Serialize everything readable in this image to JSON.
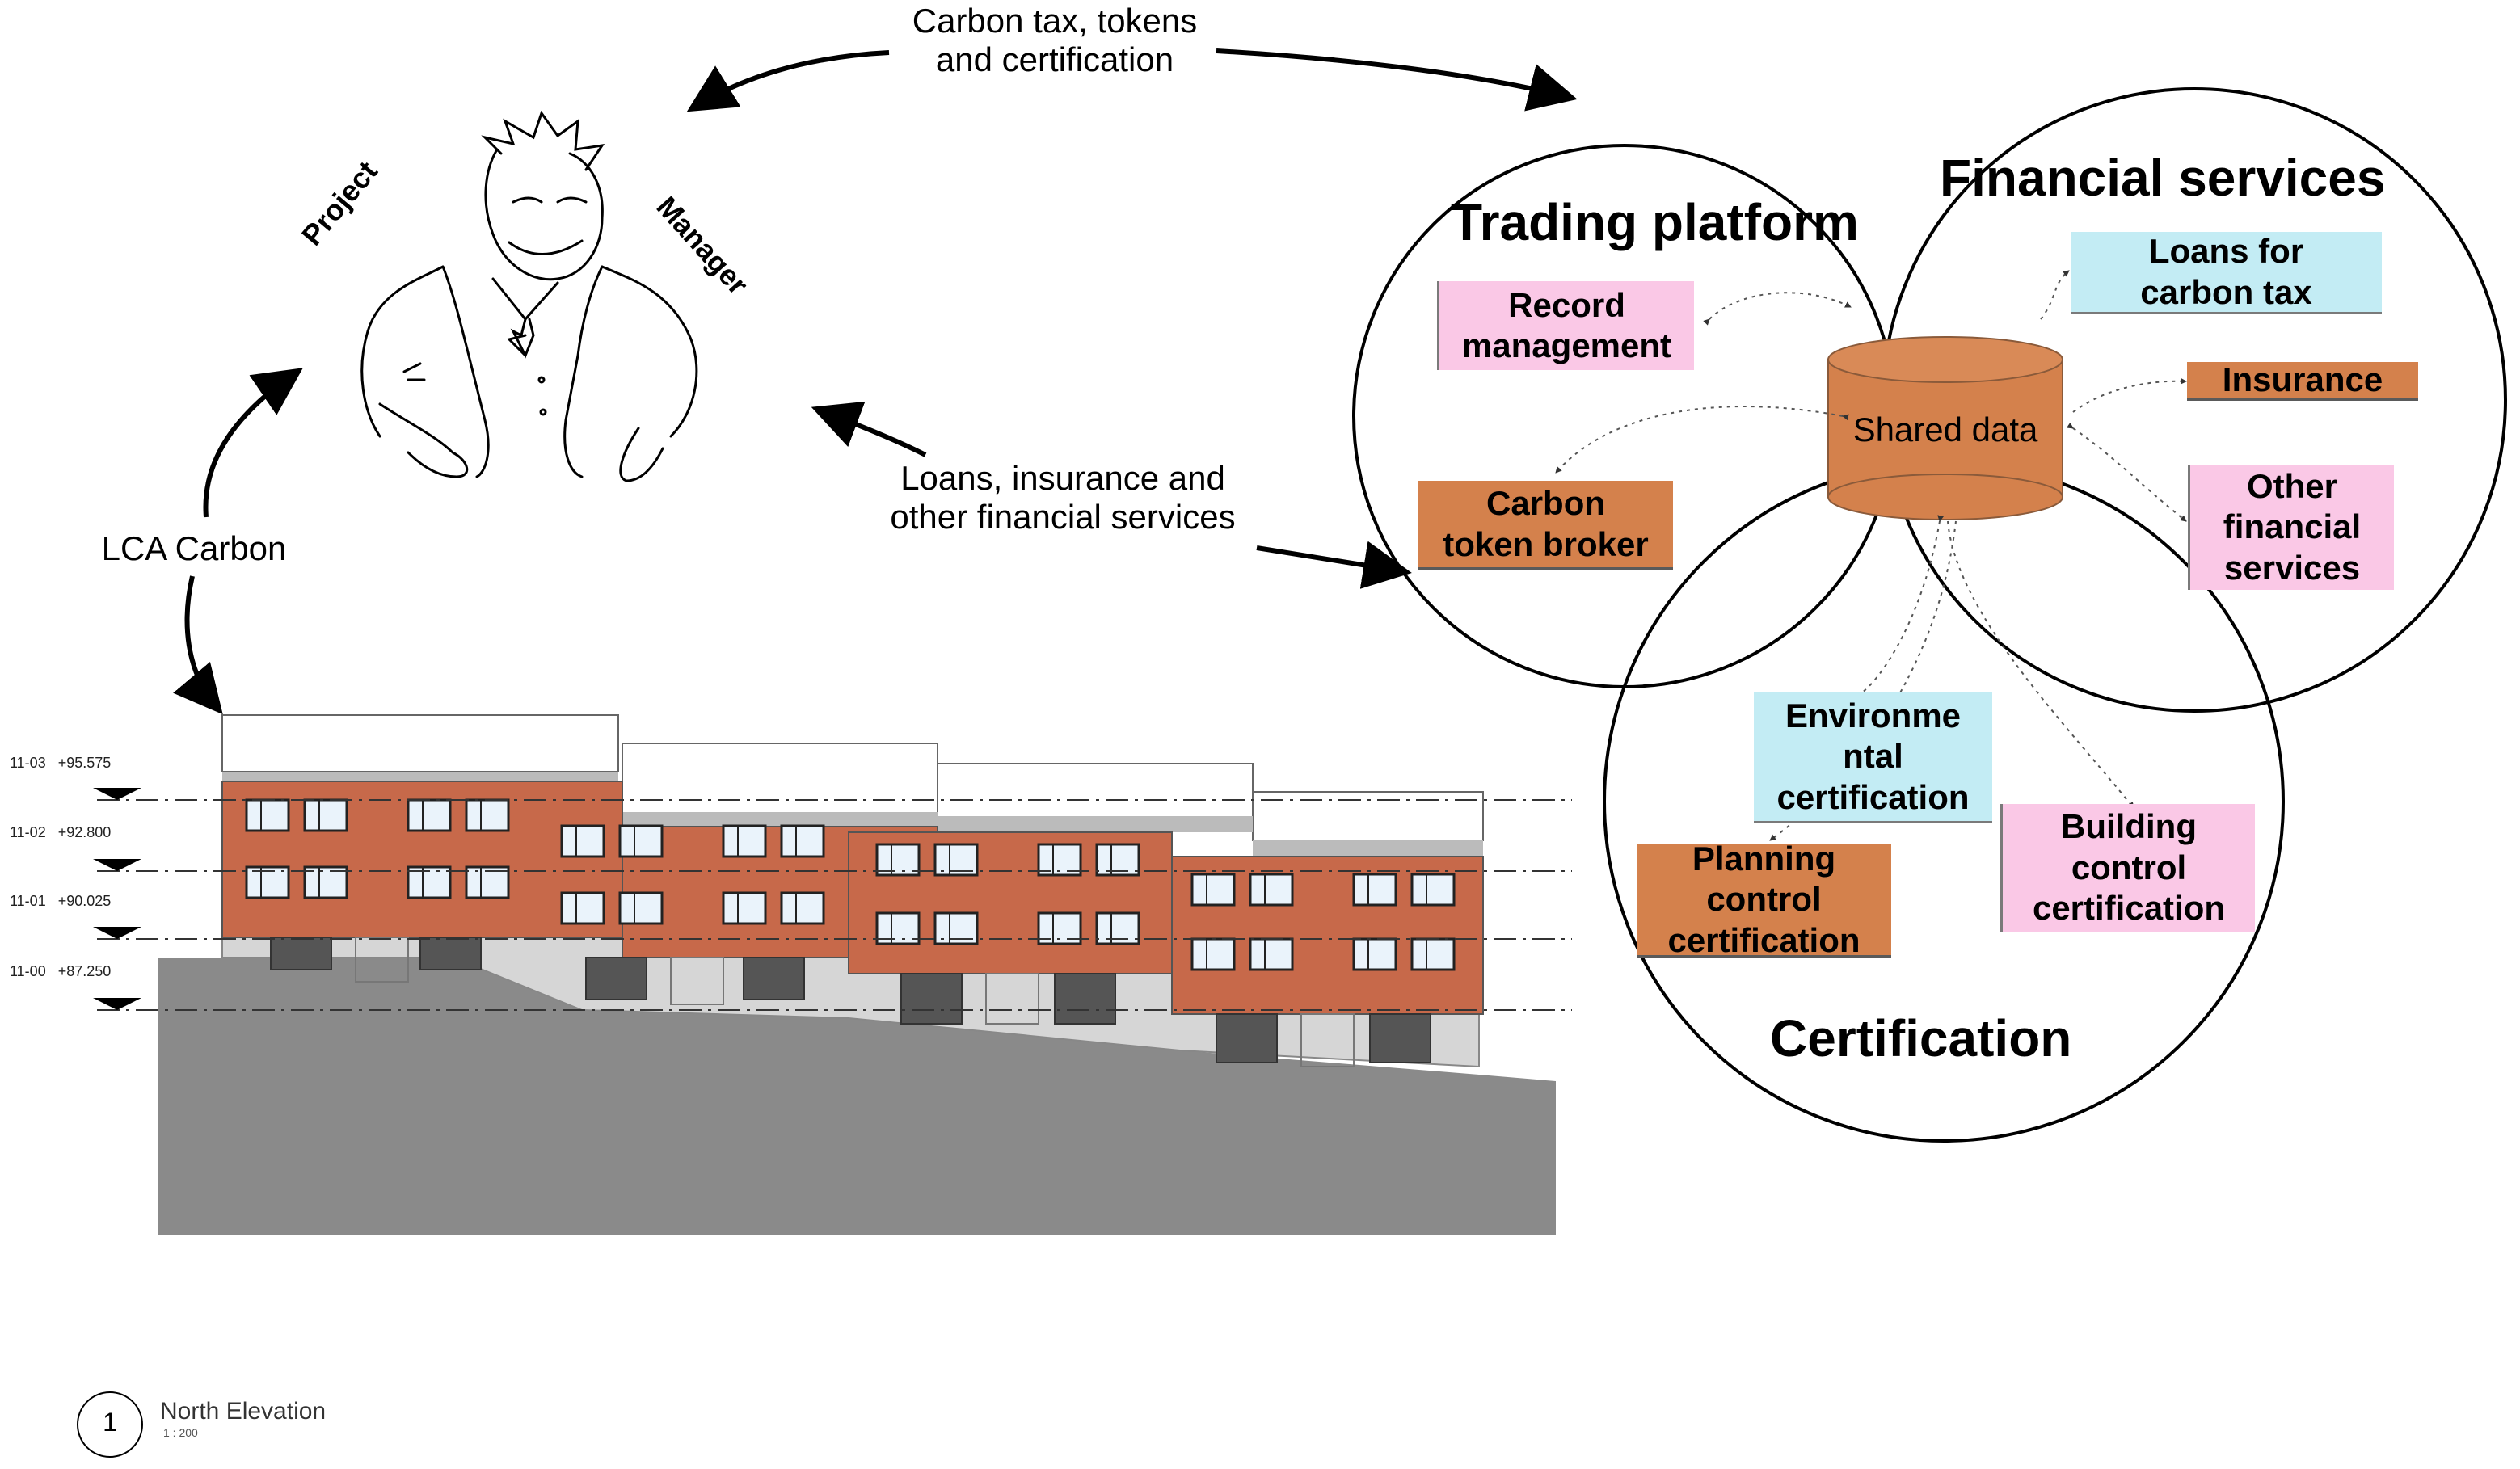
{
  "arrows": {
    "top_label": [
      "Carbon tax, tokens",
      "and certification"
    ],
    "middle_label": [
      "Loans, insurance and",
      "other financial services"
    ],
    "left_label": "LCA Carbon"
  },
  "manager": {
    "label_left": "Project",
    "label_right": "Manager"
  },
  "venn": {
    "trading_title": "Trading platform",
    "financial_title": "Financial services",
    "certification_title": "Certification",
    "shared_data": "Shared data",
    "items": {
      "record_management": [
        "Record",
        "management"
      ],
      "carbon_token_broker": [
        "Carbon",
        "token broker"
      ],
      "loans_carbon_tax": [
        "Loans for",
        "carbon tax"
      ],
      "insurance": "Insurance",
      "other_financial": [
        "Other",
        "financial",
        "services"
      ],
      "environmental_cert": [
        "Environme",
        "ntal",
        "certification"
      ],
      "planning_cert": [
        "Planning",
        "control",
        "certification"
      ],
      "building_cert": [
        "Building",
        "control",
        "certification"
      ]
    }
  },
  "elevation": {
    "levels": [
      {
        "code": "11-03",
        "value": "+95.575"
      },
      {
        "code": "11-02",
        "value": "+92.800"
      },
      {
        "code": "11-01",
        "value": "+90.025"
      },
      {
        "code": "11-00",
        "value": "+87.250"
      }
    ],
    "view_number": "1",
    "view_name": "North Elevation",
    "scale": "1 : 200"
  },
  "colors": {
    "brick": "#c7694a",
    "ground": "#8a8a8a",
    "plinth": "#d4d4d4",
    "pink_box": "#fac8e6",
    "blue_box": "#c3ecf4",
    "orange_box": "#d4814c"
  }
}
